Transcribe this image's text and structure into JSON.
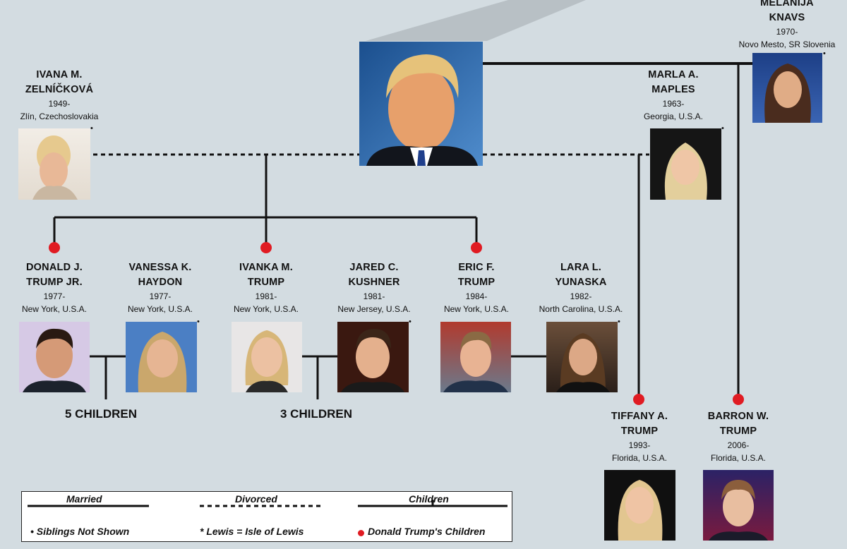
{
  "colors": {
    "background": "#d3dce1",
    "line": "#111111",
    "child_dot": "#e01b22"
  },
  "people": {
    "donald": {
      "name": "",
      "photo_icon": "donald-trump-portrait"
    },
    "ivana": {
      "name": "IVANA M.\nZELNÍČKOVÁ",
      "years": "1949-",
      "place": "Zlín, Czechoslovakia"
    },
    "marla": {
      "name": "MARLA A.\nMAPLES",
      "years": "1963-",
      "place": "Georgia, U.S.A."
    },
    "melania": {
      "name": "MELANIJA\nKNAVS",
      "years": "1970-",
      "place": "Novo Mesto, SR Slovenia"
    },
    "donald_jr": {
      "name": "DONALD J.\nTRUMP JR.",
      "years": "1977-",
      "place": "New York, U.S.A."
    },
    "vanessa": {
      "name": "VANESSA K.\nHAYDON",
      "years": "1977-",
      "place": "New York, U.S.A."
    },
    "ivanka": {
      "name": "IVANKA M.\nTRUMP",
      "years": "1981-",
      "place": "New York, U.S.A."
    },
    "jared": {
      "name": "JARED C.\nKUSHNER",
      "years": "1981-",
      "place": "New Jersey, U.S.A."
    },
    "eric": {
      "name": "ERIC F.\nTRUMP",
      "years": "1984-",
      "place": "New York, U.S.A."
    },
    "lara": {
      "name": "LARA L.\nYUNASKA",
      "years": "1982-",
      "place": "North Carolina, U.S.A."
    },
    "tiffany": {
      "name": "TIFFANY A.\nTRUMP",
      "years": "1993-",
      "place": "Florida, U.S.A."
    },
    "barron": {
      "name": "BARRON W.\nTRUMP",
      "years": "2006-",
      "place": "Florida, U.S.A."
    }
  },
  "children_notes": {
    "donald_jr_family": "5 CHILDREN",
    "ivanka_family": "3 CHILDREN"
  },
  "legend": {
    "married": "Married",
    "divorced": "Divorced",
    "children": "Children",
    "siblings_note": "• Siblings Not Shown",
    "lewis_note": "* Lewis = Isle of Lewis",
    "children_note": "Donald Trump's Children"
  },
  "sibling_mark": "•"
}
